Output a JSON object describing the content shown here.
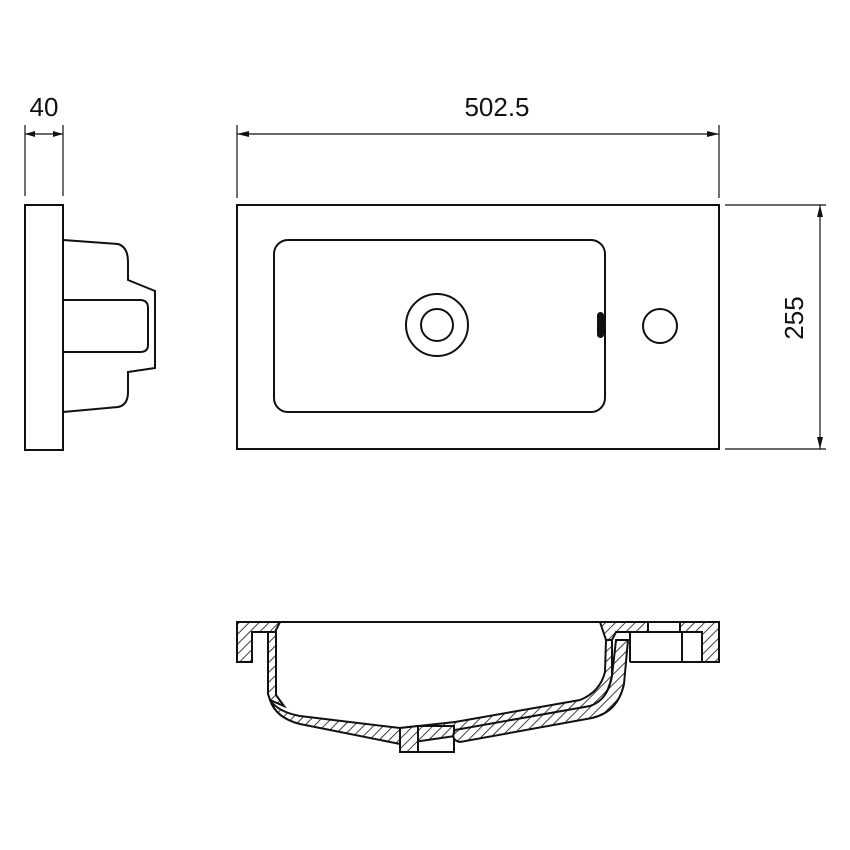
{
  "dimensions": {
    "thickness": "40",
    "width": "502.5",
    "depth": "255"
  },
  "colors": {
    "line": "#111111",
    "background": "#ffffff"
  }
}
